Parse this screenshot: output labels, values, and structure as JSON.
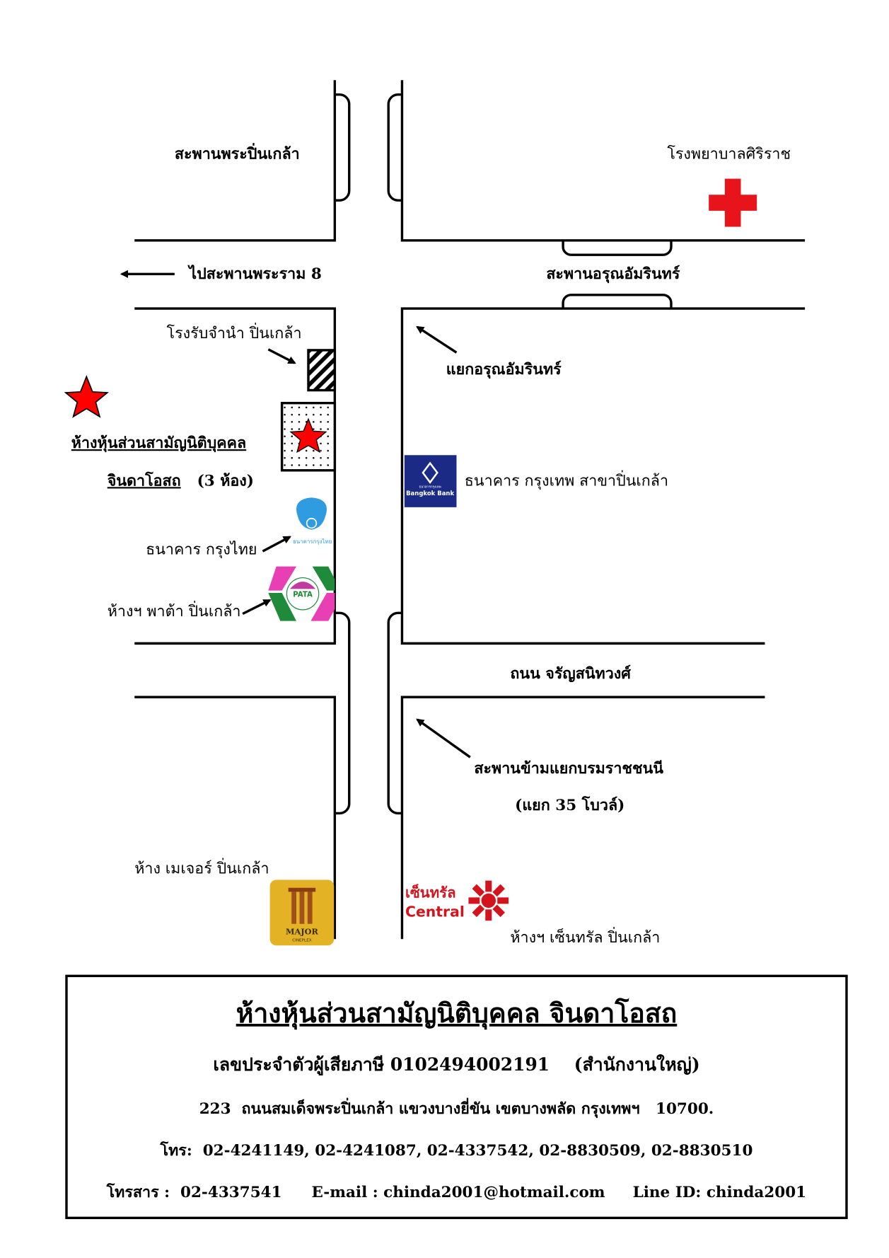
{
  "map": {
    "labels": {
      "pinklao_bridge": "สะพานพระปิ่นเกล้า",
      "siriraj_hospital": "โรงพยาบาลศิริราช",
      "to_rama8": "ไปสะพานพระราม 8",
      "arun_amarin_bridge": "สะพานอรุณอัมรินทร์",
      "pawnshop": "โรงรับจำนำ ปิ่นเกล้า",
      "arun_amarin_junction": "แยกอรุณอัมรินทร์",
      "company_line1": "ห้างหุ้นส่วนสามัญนิติบุคคล",
      "company_line2": "จินดาโอสถ",
      "company_rooms": "(3 ห้อง)",
      "bangkok_bank": "ธนาคาร กรุงเทพ  สาขาปิ่นเกล้า",
      "krungthai_bank": "ธนาคาร กรุงไทย",
      "pata": "ห้างฯ พาต้า ปิ่นเกล้า",
      "charan_road": "ถนน จรัญสนิทวงศ์",
      "borommaratchachonnani_bridge": "สะพานข้ามแยกบรมราชชนนี",
      "junction_35": "(แยก 35 โบวล์)",
      "major": "ห้าง เมเจอร์ ปิ่นเกล้า",
      "central": "ห้างฯ เซ็นทรัล ปิ่นเกล้า"
    },
    "logos": {
      "bangkok_bank_text": "Bangkok Bank",
      "bangkok_bank_thai": "ธนาคารกรุงเทพ",
      "krungthai_text": "ธนาคารกรุงไทย",
      "pata_text": "PATA",
      "major_text": "MAJOR",
      "major_sub": "CINEPLEX",
      "central_thai": "เซ็นทรัล",
      "central_en": "Central"
    },
    "colors": {
      "star": "#ff0000",
      "cross": "#e8141c",
      "bangkok_bank": "#1b2a85",
      "krungthai": "#2f9be0",
      "pata_pink": "#e83fb4",
      "pata_green": "#1e8a3a",
      "major_gold": "#e3b325",
      "central_red": "#d4141c"
    }
  },
  "footer": {
    "company_name": "ห้างหุ้นส่วนสามัญนิติบุคคล จินดาโอสถ",
    "tax_id": "เลขประจำตัวผู้เสียภาษี 0102494002191    (สำนักงานใหญ่)",
    "address": "223  ถนนสมเด็จพระปิ่นเกล้า แขวงบางยี่ขัน เขตบางพลัด กรุงเทพฯ   10700.",
    "phone": "โทร:  02-4241149, 02-4241087, 02-4337542, 02-8830509, 02-8830510",
    "fax": "โทรสาร :  02-4337541",
    "email": "E-mail : chinda2001@hotmail.com",
    "line_id": "Line ID: chinda2001"
  }
}
